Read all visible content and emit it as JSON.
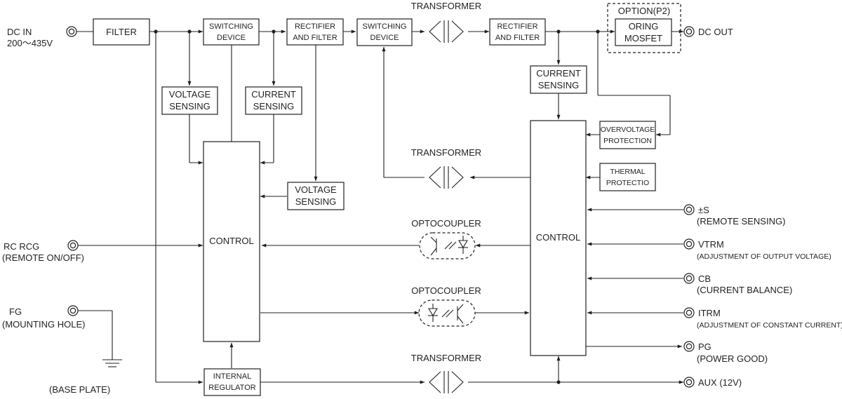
{
  "blocks": {
    "filter": "FILTER",
    "switching_1": [
      "SWITCHING",
      "DEVICE"
    ],
    "rect_filter_1": [
      "RECTIFIER",
      "AND FILTER"
    ],
    "switching_2": [
      "SWITCHING",
      "DEVICE"
    ],
    "rect_filter_2": [
      "RECTIFIER",
      "AND FILTER"
    ],
    "oring": [
      "ORING",
      "MOSFET"
    ],
    "voltage_sensing_1": [
      "VOLTAGE",
      "SENSING"
    ],
    "current_sensing_1": [
      "CURRENT",
      "SENSING"
    ],
    "voltage_sensing_2": [
      "VOLTAGE",
      "SENSING"
    ],
    "current_sensing_2": [
      "CURRENT",
      "SENSING"
    ],
    "control_primary": "CONTROL",
    "control_secondary": "CONTROL",
    "overvoltage": [
      "OVERVOLTAGE",
      "PROTECTION"
    ],
    "thermal": [
      "THERMAL",
      "PROTECTIO"
    ],
    "internal_regulator": [
      "INTERNAL",
      "REGULATOR"
    ]
  },
  "labels": {
    "transformer_top": "TRANSFORMER",
    "transformer_mid": "TRANSFORMER",
    "transformer_bottom": "TRANSFORMER",
    "optocoupler_1": "OPTOCOUPLER",
    "optocoupler_2": "OPTOCOUPLER",
    "option": "OPTION(P2)"
  },
  "terminals": {
    "dc_in": [
      "DC IN",
      "200～435V"
    ],
    "rc": [
      "RC  RCG",
      "(REMOTE ON/OFF)"
    ],
    "fg": [
      "FG",
      "(MOUNTING HOLE)"
    ],
    "base_plate": "(BASE PLATE)",
    "dc_out": "DC OUT",
    "remote_sensing": [
      "±S",
      "(REMOTE SENSING)"
    ],
    "vtrm": [
      "VTRM",
      "(ADJUSTMENT OF OUTPUT VOLTAGE)"
    ],
    "cb": [
      "CB",
      "(CURRENT BALANCE)"
    ],
    "itrm": [
      "ITRM",
      "(ADJUSTMENT OF CONSTANT CURRENT)"
    ],
    "pg": [
      "PG",
      "(POWER GOOD)"
    ],
    "aux": "AUX (12V)"
  }
}
